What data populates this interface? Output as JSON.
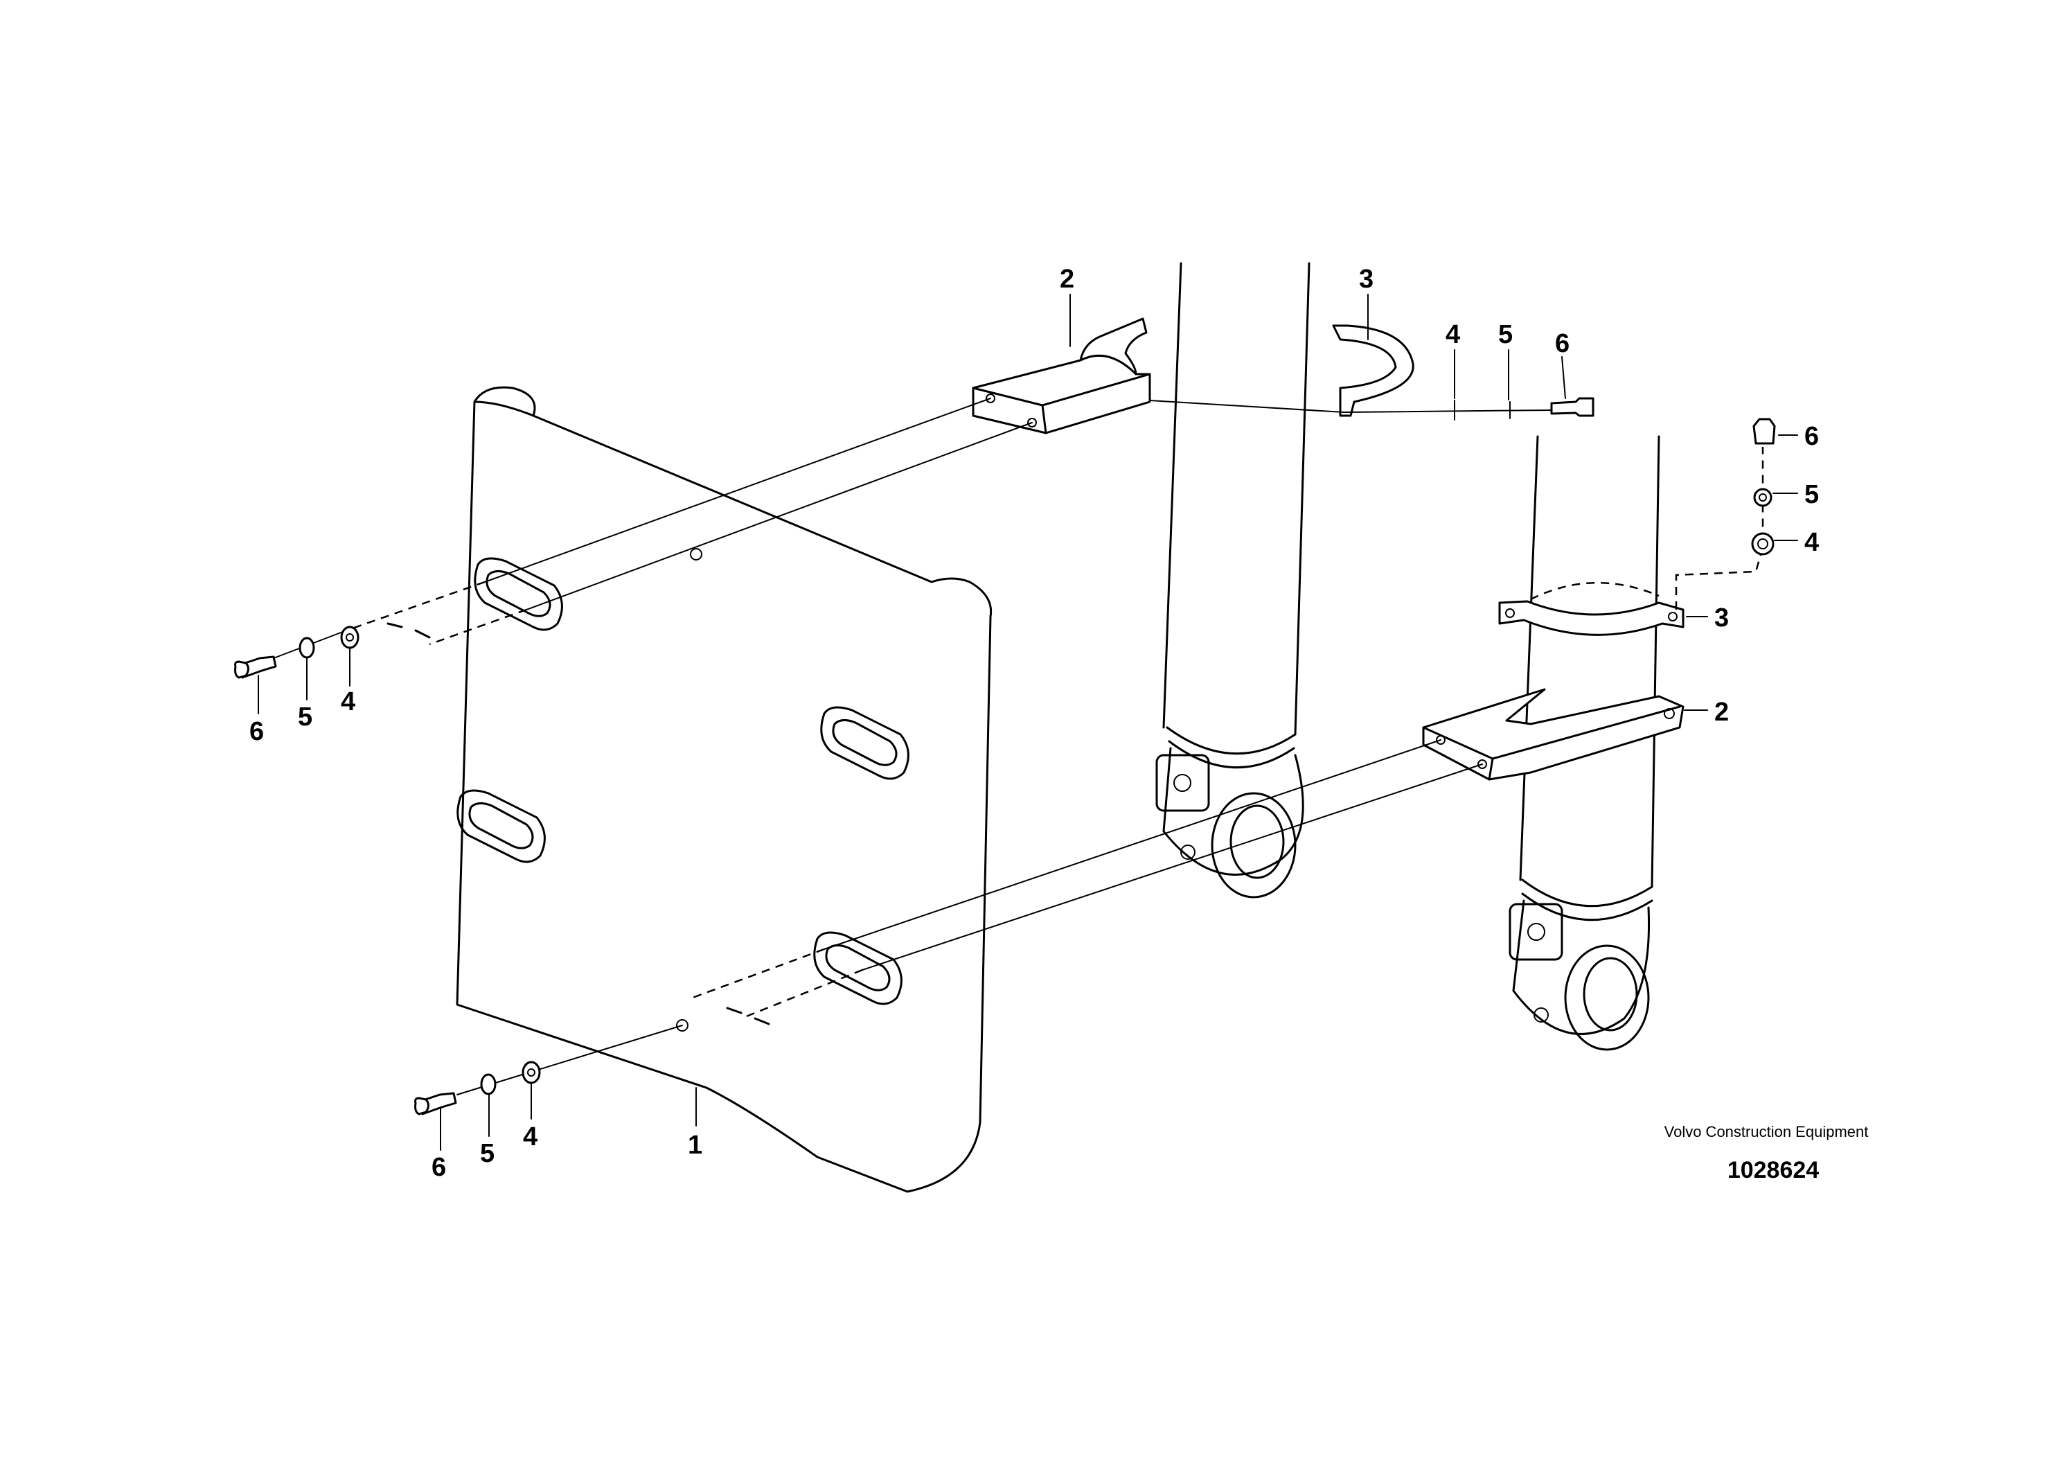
{
  "callouts": {
    "plate": "1",
    "upper_bracket": "2",
    "upper_clamp": "3",
    "upper_washer": "4",
    "upper_lock_washer": "5",
    "upper_screw": "6",
    "right_bracket": "2",
    "right_clamp": "3",
    "right_washer": "4",
    "right_lock_washer": "5",
    "right_screw": "6",
    "left_top_screw": "6",
    "left_top_lock_washer": "5",
    "left_top_washer": "4",
    "left_bottom_screw": "6",
    "left_bottom_lock_washer": "5",
    "left_bottom_washer": "4"
  },
  "footer": {
    "manufacturer": "Volvo Construction Equipment",
    "drawing_number": "1028624"
  }
}
